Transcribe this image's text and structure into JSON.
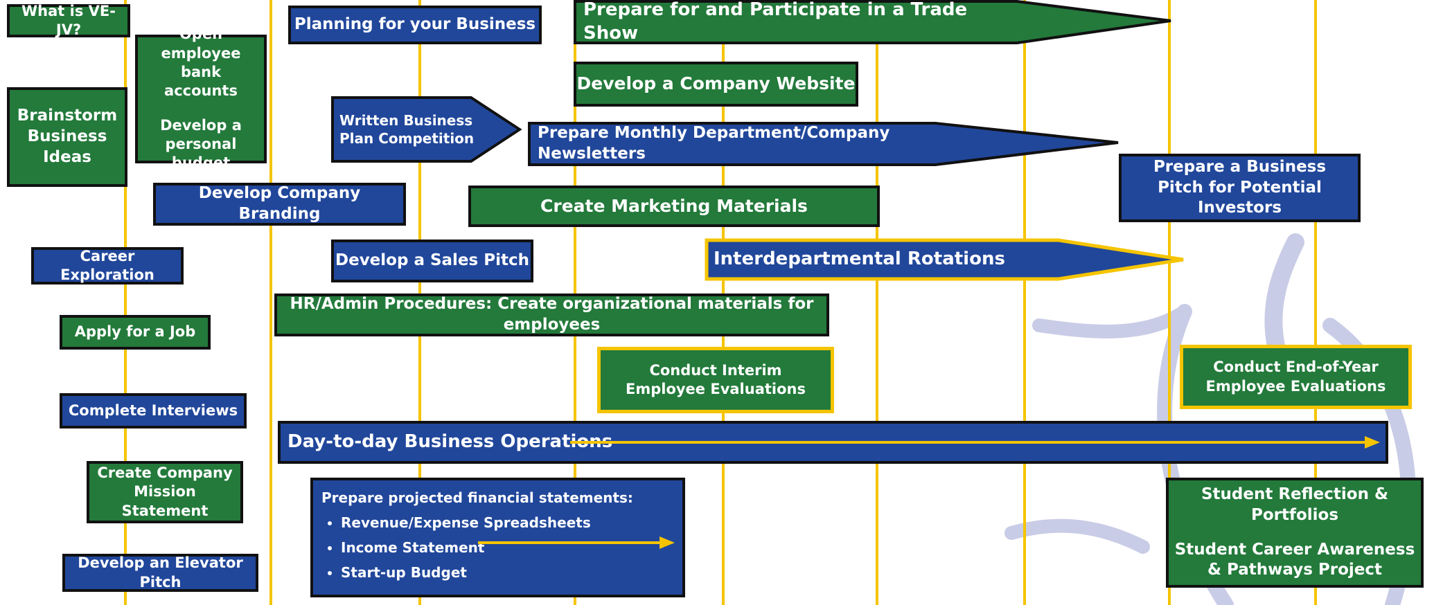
{
  "colors": {
    "green": "#237a3b",
    "blue": "#21479b",
    "gold": "#f5c400",
    "outline": "#111111",
    "watermark": "#c9cce6"
  },
  "boxes": {
    "what_is_vejv": "What is VE-JV?",
    "open_accounts": "Open employee bank accounts",
    "personal_budget": "Develop a personal budget",
    "brainstorm": "Brainstorm Business Ideas",
    "career_exploration": "Career Exploration",
    "apply_job": "Apply for a Job",
    "complete_interviews": "Complete Interviews",
    "mission_statement": "Create Company Mission Statement",
    "elevator_pitch": "Develop an Elevator Pitch",
    "planning": "Planning for your Business",
    "branding": "Develop Company Branding",
    "sales_pitch": "Develop a Sales Pitch",
    "hr_admin": "HR/Admin Procedures: Create organizational materials for employees",
    "website": "Develop a Company Website",
    "marketing": "Create Marketing Materials",
    "interim_eval": "Conduct Interim Employee Evaluations",
    "investor_pitch": "Prepare a Business Pitch for Potential Investors",
    "end_year_eval": "Conduct End-of-Year Employee Evaluations",
    "reflection": "Student Reflection & Portfolios",
    "career_awareness": "Student Career Awareness & Pathways Project"
  },
  "arrows": {
    "trade_show": "Prepare for and Participate in a Trade Show",
    "written_plan": "Written Business Plan Competition",
    "newsletters": "Prepare Monthly Department/Company Newsletters",
    "rotations": "Interdepartmental Rotations",
    "operations": "Day-to-day Business Operations"
  },
  "financial": {
    "heading": "Prepare projected financial statements:",
    "items": [
      "Revenue/Expense Spreadsheets",
      "Income Statement",
      "Start-up Budget"
    ]
  }
}
